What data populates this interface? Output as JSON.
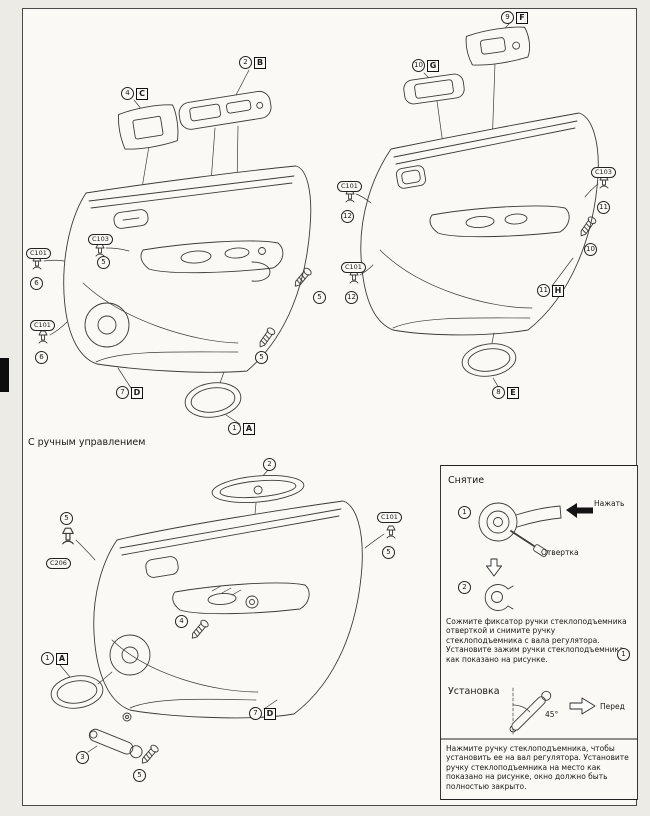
{
  "page": {
    "section_label": "С ручным управлением"
  },
  "nums": {
    "n1": "1",
    "n2": "2",
    "n3": "3",
    "n4": "4",
    "n5": "5",
    "n6": "6",
    "n7": "7",
    "n8": "8",
    "n9": "9",
    "n10": "10",
    "n11": "11",
    "n12": "12"
  },
  "letters": {
    "A": "A",
    "B": "B",
    "C": "C",
    "D": "D",
    "E": "E",
    "F": "F",
    "G": "G",
    "H": "H"
  },
  "connectors": {
    "c101": "C101",
    "c103": "C103",
    "c206": "C206"
  },
  "instructions": {
    "removal_title": "Снятие",
    "press_label": "Нажать",
    "screwdriver_label": "Отвертка",
    "removal_text": "Сожмите фиксатор ручки стеклоподъемника отверткой и снимите ручку стеклоподъемника с вала регулятора. Установите зажим ручки стеклоподъемника как показано на рисунке.",
    "install_title": "Установка",
    "angle_label": "45°",
    "forward_label": "Перед",
    "install_text": "Нажмите ручку стеклоподъемника, чтобы установить ее на вал регулятора. Установите ручку стеклоподъемника на место как показано на рисунке, окно должно быть полностью закрыто."
  }
}
